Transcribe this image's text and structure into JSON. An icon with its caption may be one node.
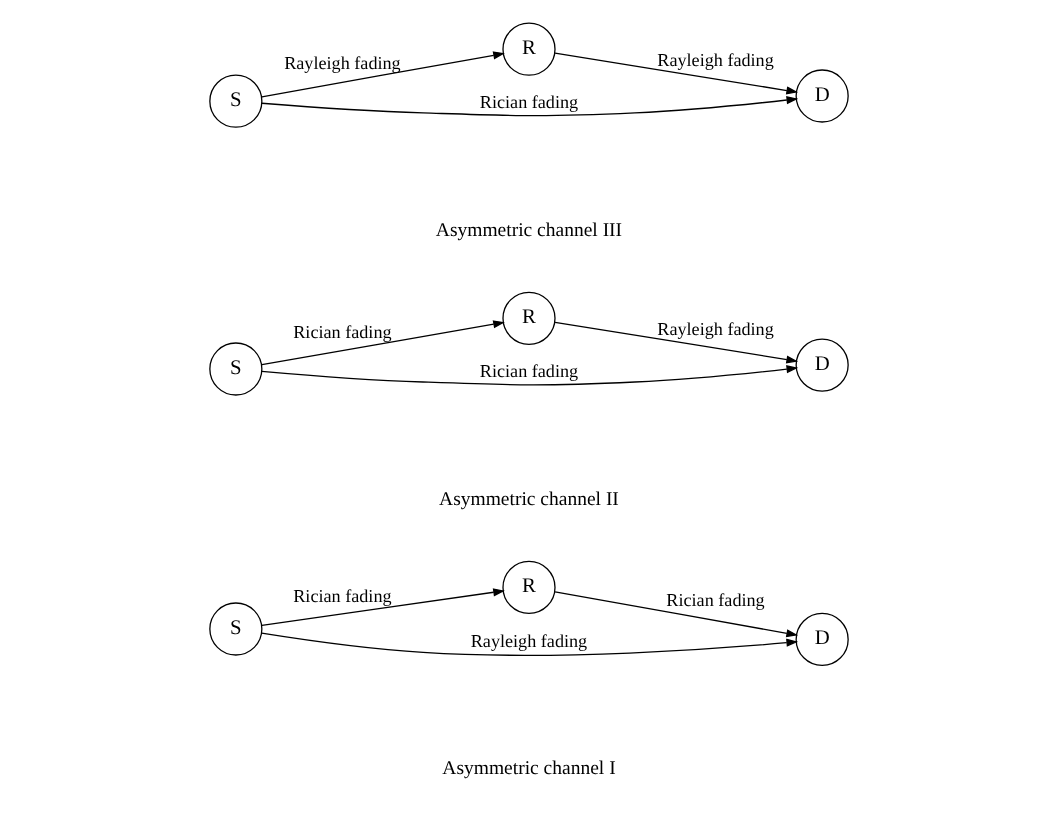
{
  "diagram": {
    "nodes": [
      {
        "text": [
          "R"
        ]
      },
      {
        "text": [
          "S"
        ]
      },
      {
        "text": [
          "D"
        ]
      },
      {
        "text": [
          "R"
        ]
      },
      {
        "text": [
          "S"
        ]
      },
      {
        "text": [
          "D"
        ]
      },
      {
        "text": [
          "R"
        ]
      },
      {
        "text": [
          "S"
        ]
      },
      {
        "text": [
          "D"
        ]
      }
    ],
    "edges": [
      {
        "from": 1,
        "to": 0,
        "arrow": "to",
        "label": "Rician fading"
      },
      {
        "from": 0,
        "to": 2,
        "arrow": "to",
        "label": "Rician fading"
      },
      {
        "from": 1,
        "to": 2,
        "arrow": "to",
        "label": "Rayleigh fading"
      },
      {
        "from": 4,
        "to": 3,
        "arrow": "to",
        "label": "Rician fading"
      },
      {
        "from": 3,
        "to": 5,
        "arrow": "to",
        "label": "Rayleigh fading"
      },
      {
        "from": 4,
        "to": 5,
        "arrow": "to",
        "label": "Rician fading"
      },
      {
        "from": 7,
        "to": 6,
        "arrow": "to",
        "label": "Rayleigh fading"
      },
      {
        "from": 6,
        "to": 8,
        "arrow": "to",
        "label": "Rayleigh fading"
      },
      {
        "from": 7,
        "to": 8,
        "arrow": "to",
        "label": "Rician fading"
      }
    ],
    "labels": [
      "Asymmetric channel I",
      "Asymmetric channel II",
      "Asymmetric channel III"
    ]
  }
}
